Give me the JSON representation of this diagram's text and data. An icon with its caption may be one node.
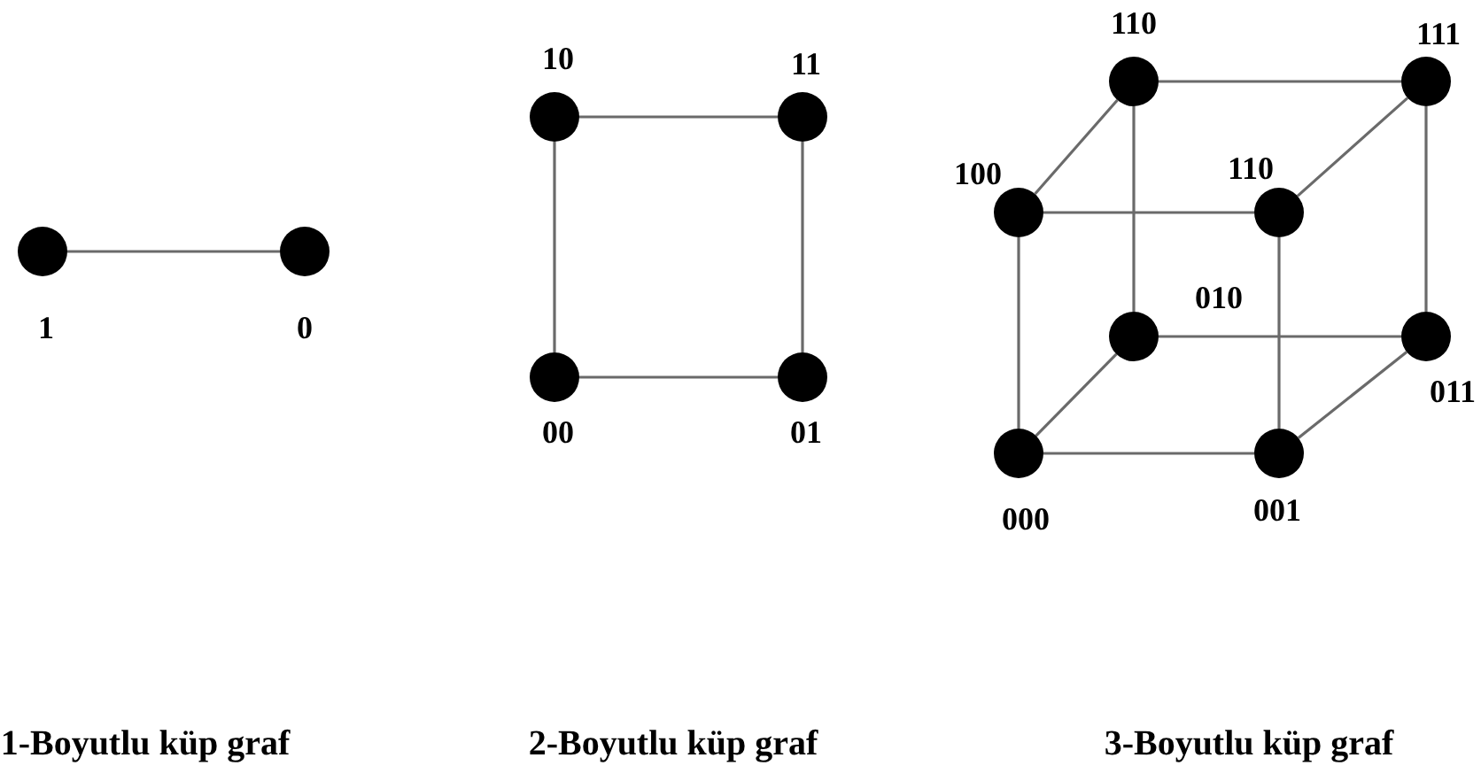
{
  "diagram": {
    "nodes": [
      {
        "text": [],
        "shape": "circle",
        "beside": [
          "1"
        ]
      },
      {
        "text": [],
        "shape": "circle",
        "beside": [
          "0"
        ]
      },
      {
        "text": [],
        "shape": "circle",
        "beside": [
          "10"
        ]
      },
      {
        "text": [],
        "shape": "circle",
        "beside": [
          "11"
        ]
      },
      {
        "text": [],
        "shape": "circle",
        "beside": [
          "00"
        ]
      },
      {
        "text": [],
        "shape": "circle",
        "beside": [
          "01"
        ]
      },
      {
        "text": [],
        "shape": "circle",
        "beside": [
          "110"
        ]
      },
      {
        "text": [],
        "shape": "circle",
        "beside": [
          "111"
        ]
      },
      {
        "text": [],
        "shape": "circle",
        "beside": [
          "100"
        ]
      },
      {
        "text": [],
        "shape": "circle",
        "beside": [
          "110"
        ]
      },
      {
        "text": [],
        "shape": "circle",
        "beside": [
          "010"
        ]
      },
      {
        "text": [],
        "shape": "circle",
        "beside": [
          "011"
        ]
      },
      {
        "text": [],
        "shape": "circle",
        "beside": [
          "000"
        ]
      },
      {
        "text": [],
        "shape": "circle",
        "beside": [
          "001"
        ]
      }
    ],
    "edges": [
      {
        "from": 0,
        "to": 1,
        "arrow": "none"
      },
      {
        "from": 2,
        "to": 3,
        "arrow": "none"
      },
      {
        "from": 2,
        "to": 4,
        "arrow": "none"
      },
      {
        "from": 3,
        "to": 5,
        "arrow": "none"
      },
      {
        "from": 4,
        "to": 5,
        "arrow": "none"
      },
      {
        "from": 6,
        "to": 7,
        "arrow": "none"
      },
      {
        "from": 8,
        "to": 6,
        "arrow": "none"
      },
      {
        "from": 9,
        "to": 7,
        "arrow": "none"
      },
      {
        "from": 8,
        "to": 9,
        "arrow": "none"
      },
      {
        "from": 6,
        "to": 10,
        "arrow": "none"
      },
      {
        "from": 7,
        "to": 11,
        "arrow": "none"
      },
      {
        "from": 9,
        "to": 13,
        "arrow": "none"
      },
      {
        "from": 10,
        "to": 11,
        "arrow": "none"
      },
      {
        "from": 8,
        "to": 12,
        "arrow": "none"
      },
      {
        "from": 12,
        "to": 10,
        "arrow": "none"
      },
      {
        "from": 13,
        "to": 11,
        "arrow": "none"
      },
      {
        "from": 12,
        "to": 13,
        "arrow": "none"
      }
    ],
    "labels": [
      "1-Boyutlu küp graf",
      "2-Boyutlu küp graf",
      "3-Boyutlu küp graf"
    ]
  }
}
